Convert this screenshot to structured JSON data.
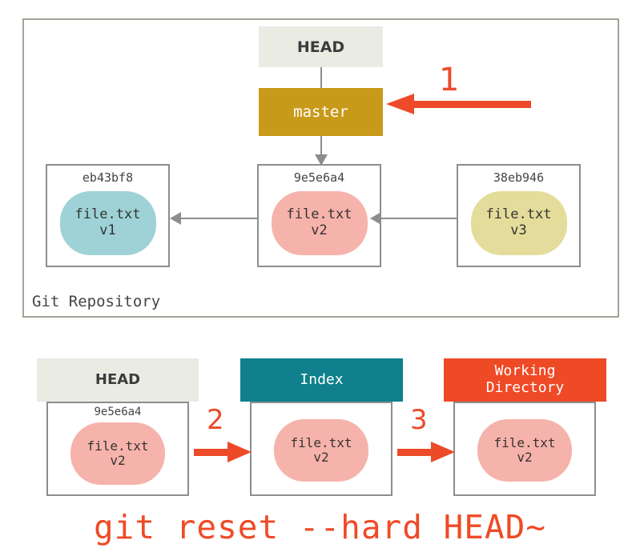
{
  "diagram": {
    "title_command": "git reset --hard HEAD~",
    "accent_red": "#ec4a29",
    "accent_teal": "#10808c",
    "accent_gold": "#c89a1a",
    "accent_orange": "#ef4a26",
    "border_gray": "#8d8d8d"
  },
  "repository": {
    "label": "Git Repository",
    "head": {
      "label": "HEAD"
    },
    "branch": {
      "label": "master"
    },
    "commits": [
      {
        "sha": "eb43bf8",
        "file_name": "file.txt",
        "version": "v1",
        "blob_color": "#9ed2d6"
      },
      {
        "sha": "9e5e6a4",
        "file_name": "file.txt",
        "version": "v2",
        "blob_color": "#f6b3ab"
      },
      {
        "sha": "38eb946",
        "file_name": "file.txt",
        "version": "v3",
        "blob_color": "#e4dc9a"
      }
    ],
    "callout": {
      "number": "1"
    }
  },
  "trees": {
    "panels": [
      {
        "header": "HEAD",
        "header_line2": "",
        "sha": "9e5e6a4",
        "file_name": "file.txt",
        "version": "v2",
        "header_bg": "#eaece4",
        "header_fg": "#3c3c3c"
      },
      {
        "header": "Index",
        "header_line2": "",
        "sha": "",
        "file_name": "file.txt",
        "version": "v2",
        "header_bg": "#10808c",
        "header_fg": "#ffffff"
      },
      {
        "header": "Working",
        "header_line2": "Directory",
        "sha": "",
        "file_name": "file.txt",
        "version": "v2",
        "header_bg": "#ef4a26",
        "header_fg": "#ffffff"
      }
    ],
    "steps": [
      {
        "number": "2"
      },
      {
        "number": "3"
      }
    ]
  }
}
